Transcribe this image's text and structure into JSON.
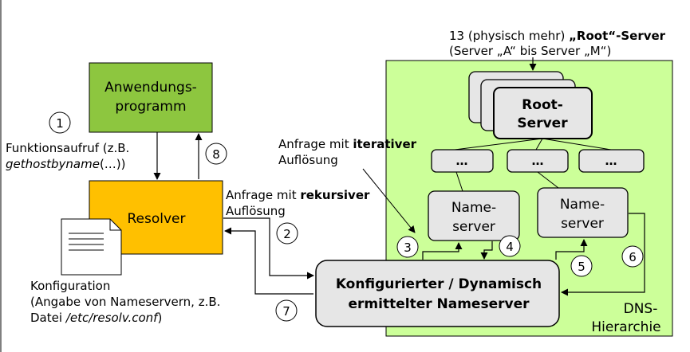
{
  "root_caption": {
    "line1_prefix": "13 (physisch mehr) ",
    "line1_bold": "„Root“-Server",
    "line2": "(Server „A“ bis Server „M“)"
  },
  "app_box": {
    "line1": "Anwendungs-",
    "line2": "programm"
  },
  "resolver_box": {
    "label": "Resolver"
  },
  "call_label": {
    "line1": "Funktionsaufruf (z.B.",
    "line2_italic": "gethostbyname",
    "line2_rest": "(…))"
  },
  "config_label": {
    "line1": "Konfiguration",
    "line2": "(Angabe von Nameservern, z.B.",
    "line3_prefix": "Datei ",
    "line3_italic": "/etc/resolv.conf",
    "line3_suffix": ")"
  },
  "iterative_label": {
    "prefix": "Anfrage mit ",
    "bold": "iterativer",
    "line2": "Auflösung"
  },
  "recursive_label": {
    "prefix": "Anfrage mit ",
    "bold": "rekursiver",
    "line2": "Auflösung"
  },
  "root_server": {
    "line1": "Root-",
    "line2": "Server"
  },
  "ellipsis_boxes": [
    "…",
    "…",
    "…",
    "…"
  ],
  "nameserver_left": {
    "line1": "Name-",
    "line2": "server"
  },
  "nameserver_right": {
    "line1": "Name-",
    "line2": "server"
  },
  "configured_ns": {
    "line1": "Konfigurierter / Dynamisch",
    "line2": "ermittelter  Nameserver"
  },
  "dns_label": {
    "line1": "DNS-",
    "line2": "Hierarchie"
  },
  "steps": [
    "1",
    "2",
    "3",
    "4",
    "5",
    "6",
    "7",
    "8"
  ],
  "colors": {
    "dns_area": "#ccff99",
    "app_green": "#8dc63f",
    "resolver_yellow": "#ffc000",
    "server_gray": "#e6e6e6"
  }
}
